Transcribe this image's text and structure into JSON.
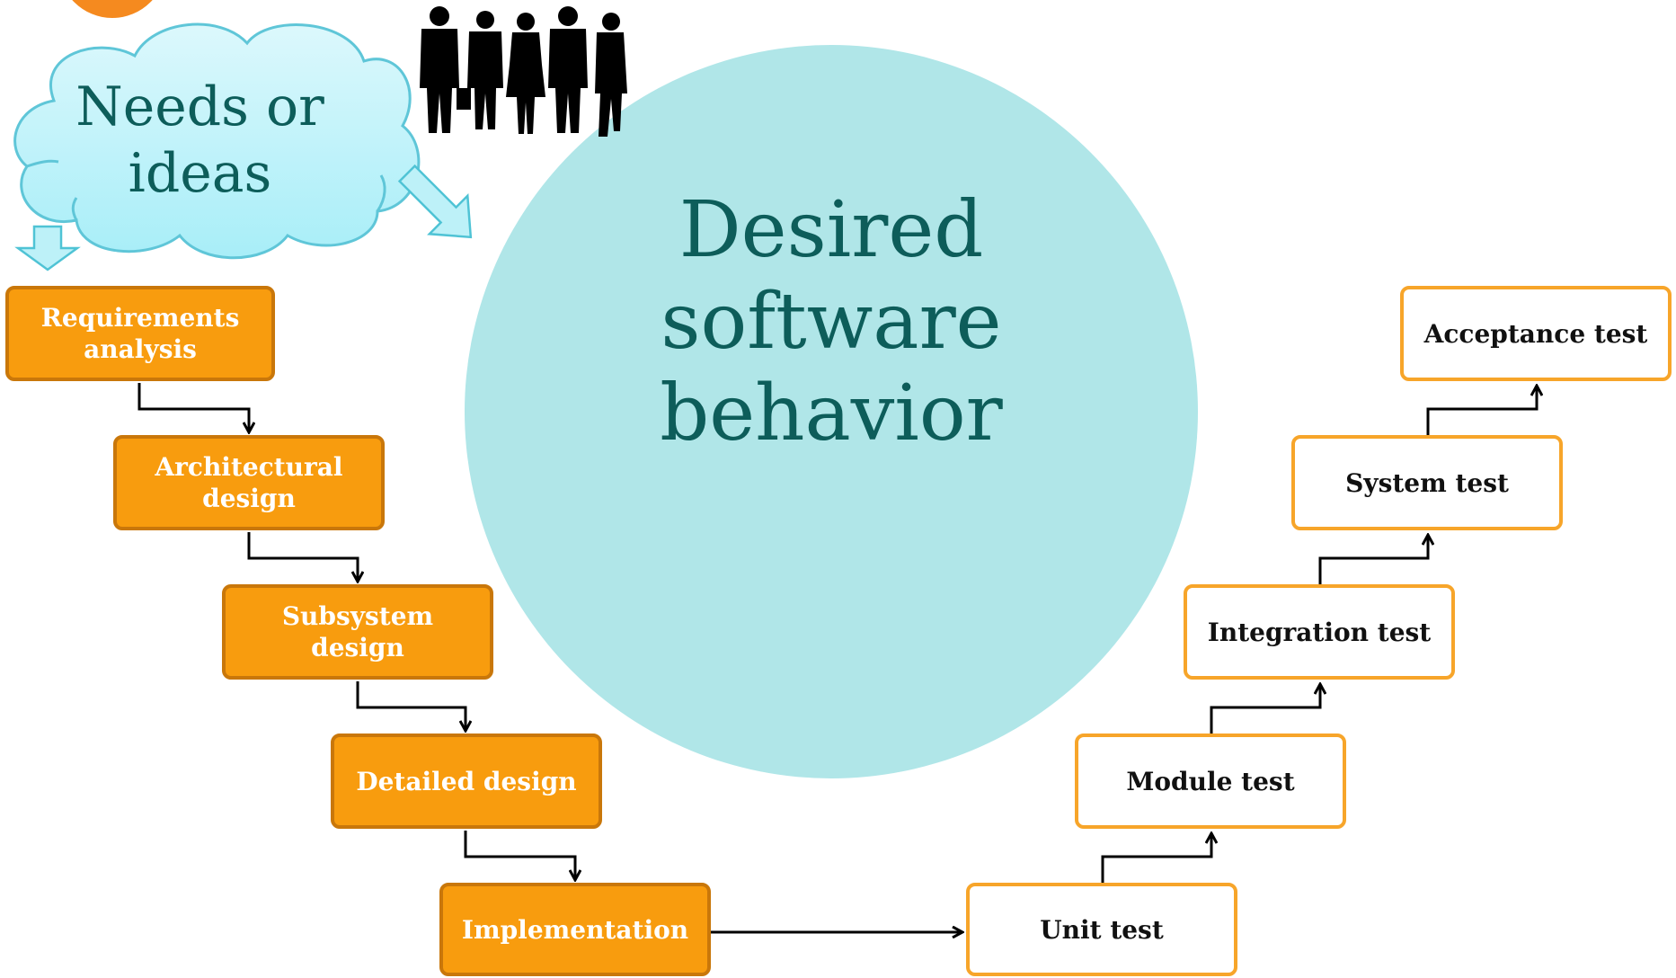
{
  "cloud": {
    "text": "Needs or\nideas"
  },
  "circle": {
    "text": "Desired\nsoftware\nbehavior"
  },
  "design_steps": [
    {
      "label": "Requirements\nanalysis"
    },
    {
      "label": "Architectural\ndesign"
    },
    {
      "label": "Subsystem\ndesign"
    },
    {
      "label": "Detailed design"
    },
    {
      "label": "Implementation"
    }
  ],
  "test_steps": [
    {
      "label": "Unit test"
    },
    {
      "label": "Module test"
    },
    {
      "label": "Integration test"
    },
    {
      "label": "System test"
    },
    {
      "label": "Acceptance test"
    }
  ],
  "colors": {
    "design_fill": "#f89c0e",
    "test_border": "#f7a52a",
    "circle_fill": "#b0e6e8",
    "cloud_fill": "#bdf1f8",
    "text_teal": "#0d5d5a"
  }
}
